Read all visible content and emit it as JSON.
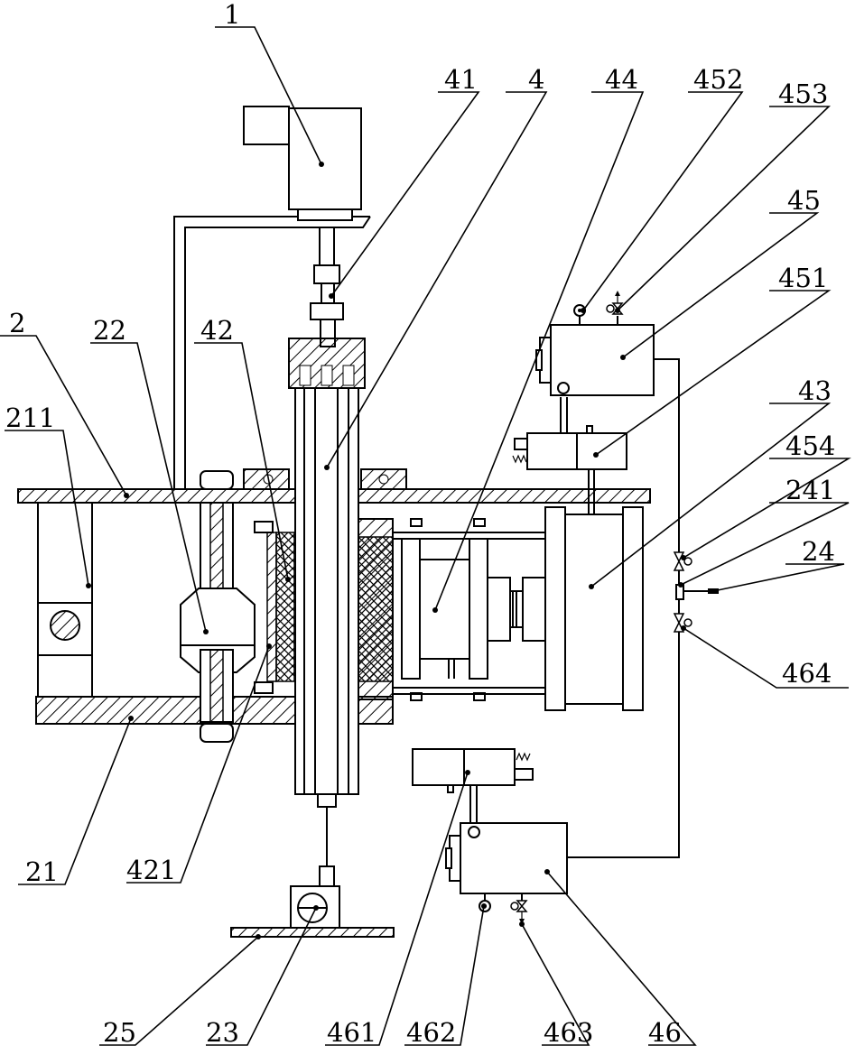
{
  "labels": {
    "l1": "1",
    "l41": "41",
    "l4": "4",
    "l44": "44",
    "l452": "452",
    "l453": "453",
    "l45": "45",
    "l451": "451",
    "l2": "2",
    "l22": "22",
    "l42": "42",
    "l211": "211",
    "l43": "43",
    "l454": "454",
    "l241": "241",
    "l24": "24",
    "l464": "464",
    "l21": "21",
    "l421": "421",
    "l25": "25",
    "l23": "23",
    "l461": "461",
    "l462": "462",
    "l463": "463",
    "l46": "46"
  }
}
